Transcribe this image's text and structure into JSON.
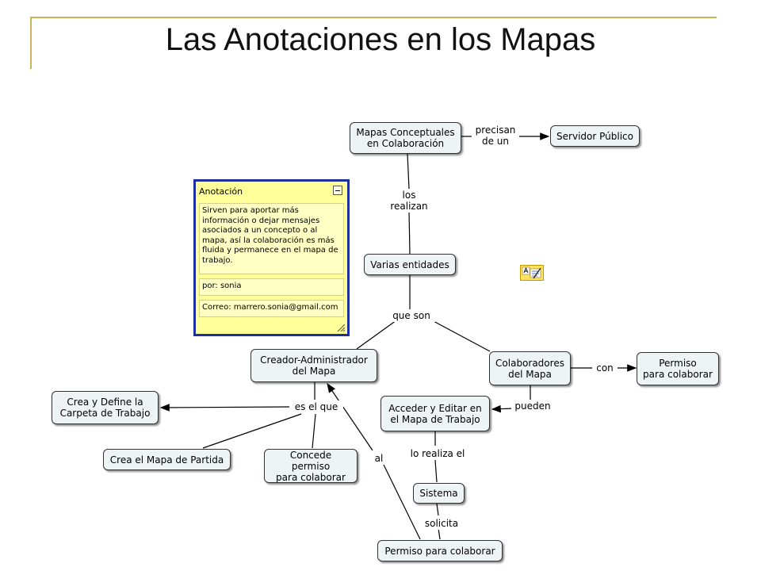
{
  "slide": {
    "title": "Las Anotaciones en los Mapas"
  },
  "annotation": {
    "header": "Anotación",
    "body": "Sirven para aportar más información o dejar mensajes asociados a un concepto o al mapa, así la colaboración es más fluida y permanece en el mapa de trabajo.",
    "author": "por: sonia",
    "email": "Correo: marrero.sonia@gmail.com"
  },
  "nodes": {
    "mapas": "Mapas Conceptuales\nen Colaboración",
    "servidor": "Servidor Público",
    "varias": "Varias entidades",
    "creador": "Creador-Administrador\ndel Mapa",
    "colaboradores": "Colaboradores\ndel Mapa",
    "permiso_colab": "Permiso\npara colaborar",
    "carpeta": "Crea y Define la\nCarpeta de Trabajo",
    "acceder": "Acceder y Editar en\nel Mapa de Trabajo",
    "crea_mapa": "Crea el Mapa de Partida",
    "concede": "Concede permiso\npara colaborar",
    "sistema": "Sistema",
    "permiso_bottom": "Permiso para colaborar"
  },
  "links": {
    "precisan": "precisan\nde un",
    "los_realizan": "los\nrealizan",
    "que_son": "que son",
    "con": "con",
    "es_el_que": "es el que",
    "pueden": "pueden",
    "lo_realiza": "lo realiza el",
    "al": "al",
    "solicita": "solicita"
  },
  "colors": {
    "node_fill": "#eef3f6",
    "annotation_fill": "#ffff99",
    "annotation_border": "#1e2fa0",
    "frame": "#c9b458"
  }
}
